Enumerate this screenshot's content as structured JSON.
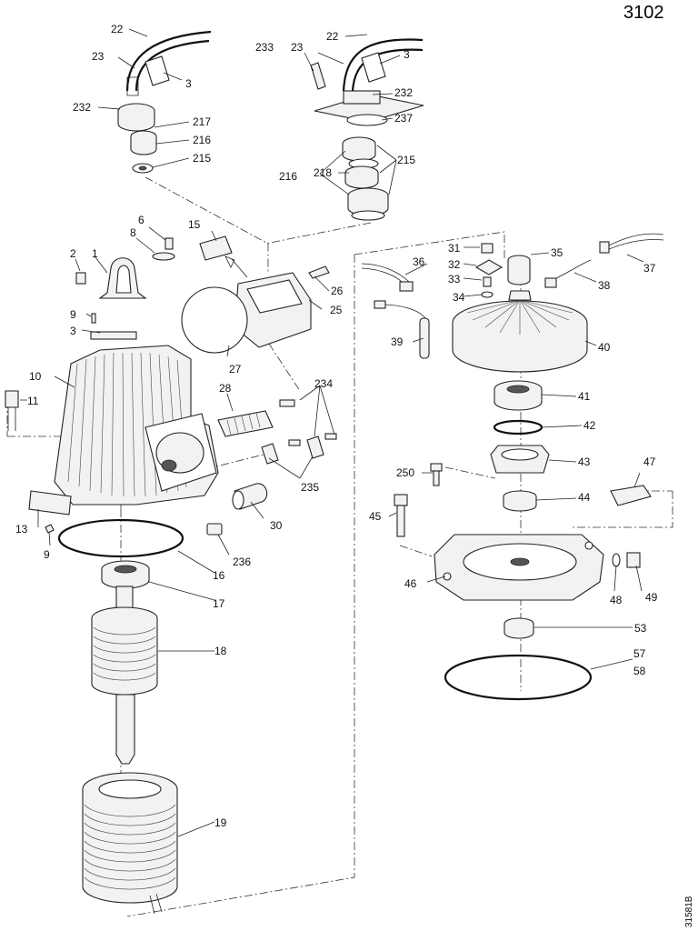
{
  "drawing_number": "3102",
  "reference_code": "31581B",
  "callouts": {
    "c22a": "22",
    "c23a": "23",
    "c3a": "3",
    "c232a": "232",
    "c217": "217",
    "c216a": "216",
    "c215a": "215",
    "c233": "233",
    "c23b": "23",
    "c22b": "22",
    "c3b": "3",
    "c232b": "232",
    "c237": "237",
    "c216b": "216",
    "c218": "218",
    "c215b": "215",
    "c6": "6",
    "c8": "8",
    "c15": "15",
    "c2": "2",
    "c1": "1",
    "c26": "26",
    "c25": "25",
    "c9a": "9",
    "c3c": "3",
    "c27": "27",
    "c10": "10",
    "c11": "11",
    "c28": "28",
    "c234": "234",
    "c235": "235",
    "c30": "30",
    "c13": "13",
    "c9b": "9",
    "c236": "236",
    "c16": "16",
    "c17": "17",
    "c18": "18",
    "c19": "19",
    "c31": "31",
    "c35": "35",
    "c36": "36",
    "c37": "37",
    "c32": "32",
    "c33": "33",
    "c34": "34",
    "c38": "38",
    "c39": "39",
    "c40": "40",
    "c41": "41",
    "c42": "42",
    "c43": "43",
    "c47": "47",
    "c250": "250",
    "c44": "44",
    "c45": "45",
    "c46": "46",
    "c48": "48",
    "c49": "49",
    "c53": "53",
    "c57": "57",
    "c58": "58"
  }
}
